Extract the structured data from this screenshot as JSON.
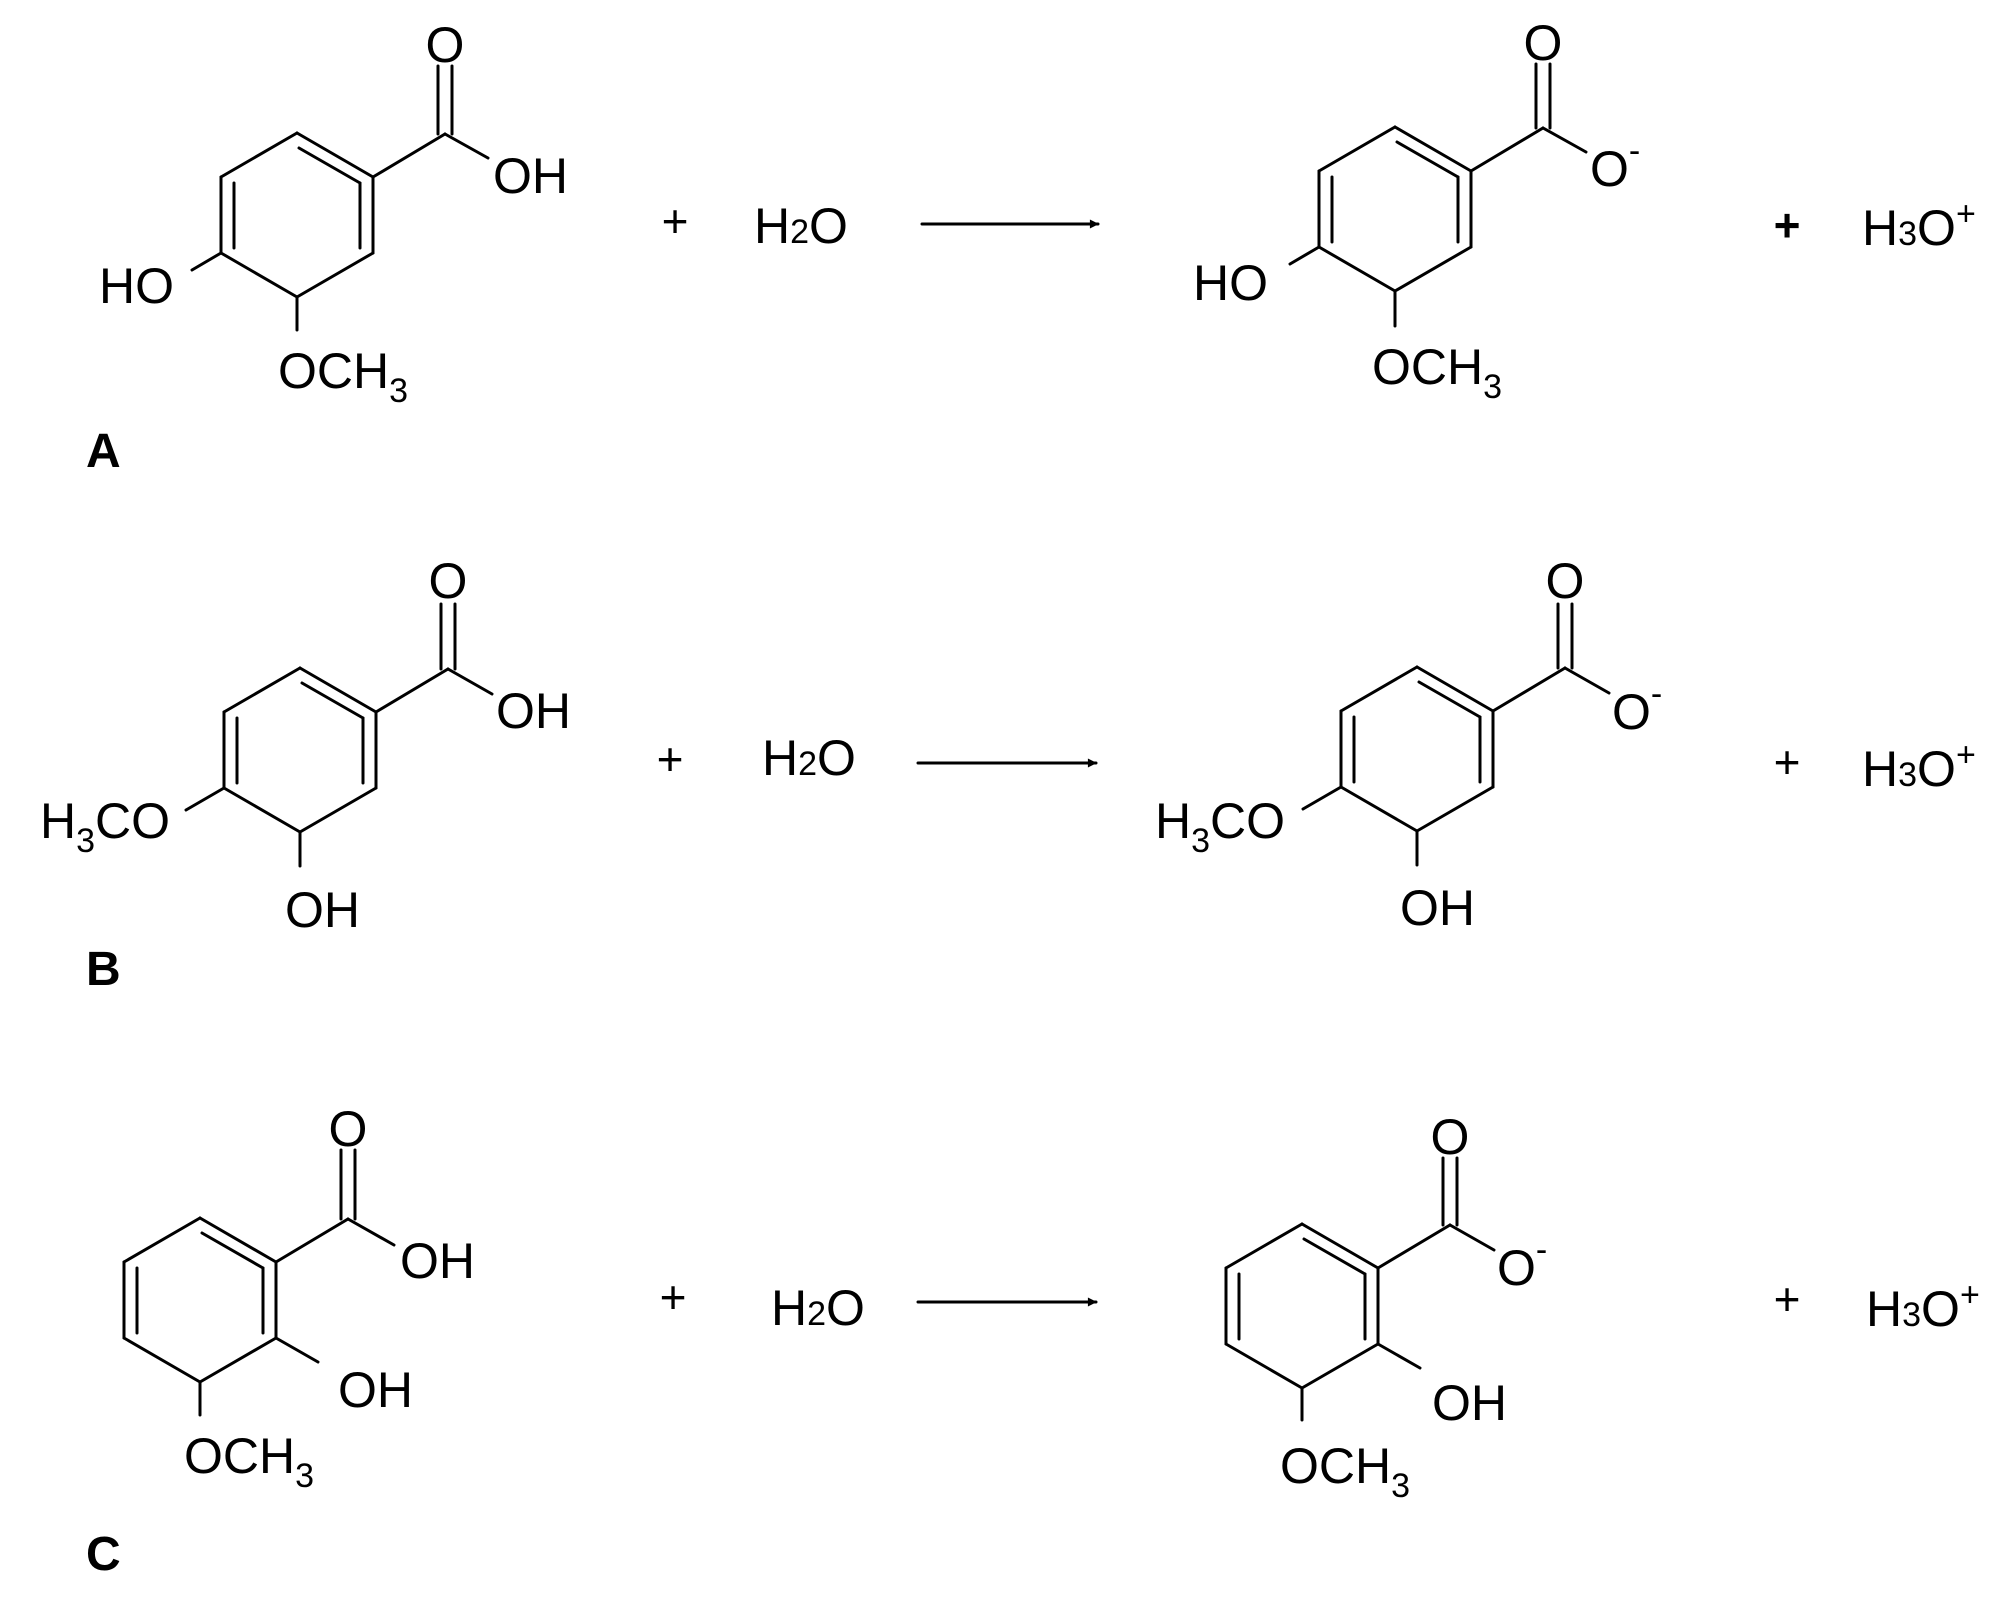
{
  "figure": {
    "rows": [
      {
        "panel": "A",
        "reactant": {
          "top": "O",
          "acid": "OH",
          "sub1": "HO",
          "sub2": "OCH",
          "sub2_index": "3"
        },
        "plus1": "+",
        "water": {
          "H": "H",
          "index": "2",
          "O": "O"
        },
        "product": {
          "top": "O",
          "charged_O": "O",
          "charge": "-",
          "sub1": "HO",
          "sub2": "OCH",
          "sub2_index": "3"
        },
        "plus2": "+",
        "hydronium": {
          "H": "H",
          "index": "3",
          "O": "O",
          "charge": "+"
        }
      },
      {
        "panel": "B",
        "reactant": {
          "top": "O",
          "acid": "OH",
          "sub1_H": "H",
          "sub1_index": "3",
          "sub1": "CO",
          "sub2": "OH"
        },
        "plus1": "+",
        "water": {
          "H": "H",
          "index": "2",
          "O": "O"
        },
        "product": {
          "top": "O",
          "charged_O": "O",
          "charge": "-",
          "sub1_H": "H",
          "sub1_index": "3",
          "sub1": "CO",
          "sub2": "OH"
        },
        "plus2": "+",
        "hydronium": {
          "H": "H",
          "index": "3",
          "O": "O",
          "charge": "+"
        }
      },
      {
        "panel": "C",
        "reactant": {
          "top": "O",
          "acid": "OH",
          "sub1": "OH",
          "sub2": "OCH",
          "sub2_index": "3"
        },
        "plus1": "+",
        "water": {
          "H": "H",
          "index": "2",
          "O": "O"
        },
        "product": {
          "top": "O",
          "charged_O": "O",
          "charge": "-",
          "sub1": "OH",
          "sub2": "OCH",
          "sub2_index": "3"
        },
        "plus2": "+",
        "hydronium": {
          "H": "H",
          "index": "3",
          "O": "O",
          "charge": "+"
        }
      }
    ]
  }
}
